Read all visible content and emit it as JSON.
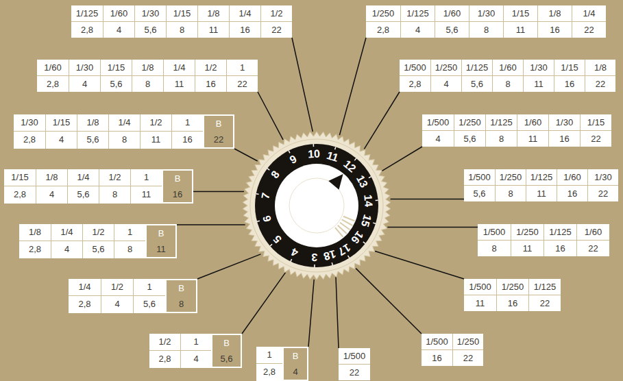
{
  "diagram": {
    "nodes": [
      {
        "text": [
          "3",
          "4",
          "5",
          "6",
          "7",
          "8",
          "9",
          "10",
          "11",
          "12",
          "13",
          "14",
          "15",
          "16",
          "17",
          "18"
        ]
      },
      {
        "text": [
          "1",
          "B",
          "2,8",
          "4"
        ]
      },
      {
        "text": [
          "1/2",
          "1",
          "B",
          "2,8",
          "4",
          "5,6"
        ]
      },
      {
        "text": [
          "1/4",
          "1/2",
          "1",
          "B",
          "2,8",
          "4",
          "5,6",
          "8"
        ]
      },
      {
        "text": [
          "1/8",
          "1/4",
          "1/2",
          "1",
          "B",
          "2,8",
          "4",
          "5,6",
          "8",
          "11"
        ]
      },
      {
        "text": [
          "1/15",
          "1/8",
          "1/4",
          "1/2",
          "1",
          "B",
          "2,8",
          "4",
          "5,6",
          "8",
          "11",
          "16"
        ]
      },
      {
        "text": [
          "1/30",
          "1/15",
          "1/8",
          "1/4",
          "1/2",
          "1",
          "B",
          "2,8",
          "4",
          "5,6",
          "8",
          "11",
          "16",
          "22"
        ]
      },
      {
        "text": [
          "1/60",
          "1/30",
          "1/15",
          "1/8",
          "1/4",
          "1/2",
          "1",
          "2,8",
          "4",
          "5,6",
          "8",
          "11",
          "16",
          "22"
        ]
      },
      {
        "text": [
          "1/125",
          "1/60",
          "1/30",
          "1/15",
          "1/8",
          "1/4",
          "1/2",
          "2,8",
          "4",
          "5,6",
          "8",
          "11",
          "16",
          "22"
        ]
      },
      {
        "text": [
          "1/250",
          "1/125",
          "1/60",
          "1/30",
          "1/15",
          "1/8",
          "1/4",
          "2,8",
          "4",
          "5,6",
          "8",
          "11",
          "16",
          "22"
        ]
      },
      {
        "text": [
          "1/500",
          "1/250",
          "1/125",
          "1/60",
          "1/30",
          "1/15",
          "1/8",
          "2,8",
          "4",
          "5,6",
          "8",
          "11",
          "16",
          "22"
        ]
      },
      {
        "text": [
          "1/500",
          "1/250",
          "1/125",
          "1/60",
          "1/30",
          "1/15",
          "4",
          "5,6",
          "8",
          "11",
          "16",
          "22"
        ]
      },
      {
        "text": [
          "1/500",
          "1/250",
          "1/125",
          "1/60",
          "1/30",
          "5,6",
          "8",
          "11",
          "16",
          "22"
        ]
      },
      {
        "text": [
          "1/500",
          "1/250",
          "1/125",
          "1/60",
          "8",
          "11",
          "16",
          "22"
        ]
      },
      {
        "text": [
          "1/500",
          "1/250",
          "1/125",
          "11",
          "16",
          "22"
        ]
      },
      {
        "text": [
          "1/500",
          "1/250",
          "16",
          "22"
        ]
      },
      {
        "text": [
          "1/500",
          "22"
        ]
      }
    ],
    "edges": [
      {
        "from": 0,
        "to": 1,
        "arrow": "none"
      },
      {
        "from": 0,
        "to": 2,
        "arrow": "none"
      },
      {
        "from": 0,
        "to": 3,
        "arrow": "none"
      },
      {
        "from": 0,
        "to": 4,
        "arrow": "none"
      },
      {
        "from": 0,
        "to": 5,
        "arrow": "none"
      },
      {
        "from": 0,
        "to": 6,
        "arrow": "none"
      },
      {
        "from": 0,
        "to": 7,
        "arrow": "none"
      },
      {
        "from": 0,
        "to": 8,
        "arrow": "none"
      },
      {
        "from": 0,
        "to": 9,
        "arrow": "none"
      },
      {
        "from": 0,
        "to": 10,
        "arrow": "none"
      },
      {
        "from": 0,
        "to": 11,
        "arrow": "none"
      },
      {
        "from": 0,
        "to": 12,
        "arrow": "none"
      },
      {
        "from": 0,
        "to": 13,
        "arrow": "none"
      },
      {
        "from": 0,
        "to": 14,
        "arrow": "none"
      },
      {
        "from": 0,
        "to": 15,
        "arrow": "none"
      },
      {
        "from": 0,
        "to": 16,
        "arrow": "none"
      }
    ]
  }
}
